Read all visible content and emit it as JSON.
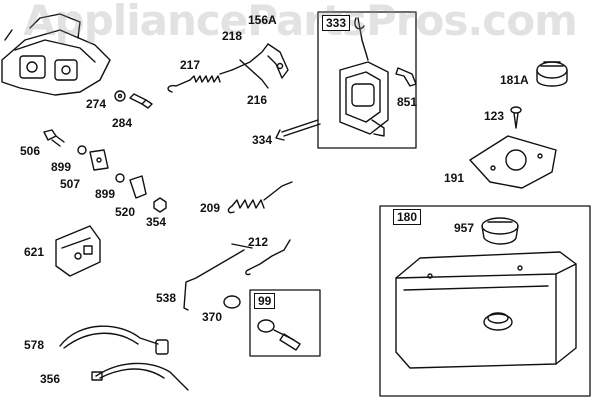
{
  "watermark": "AppliancePartsPros.com",
  "parts": {
    "p156a": "156A",
    "p218": "218",
    "p333": "333",
    "p217": "217",
    "p216": "216",
    "p851": "851",
    "p181a": "181A",
    "p274": "274",
    "p284": "284",
    "p123": "123",
    "p334": "334",
    "p506": "506",
    "p899a": "899",
    "p507": "507",
    "p899b": "899",
    "p191": "191",
    "p520": "520",
    "p354": "354",
    "p209": "209",
    "p180": "180",
    "p957": "957",
    "p621": "621",
    "p212": "212",
    "p538": "538",
    "p99": "99",
    "p370": "370",
    "p578": "578",
    "p356": "356"
  },
  "colors": {
    "ink": "#111111",
    "watermark": "#969696"
  }
}
